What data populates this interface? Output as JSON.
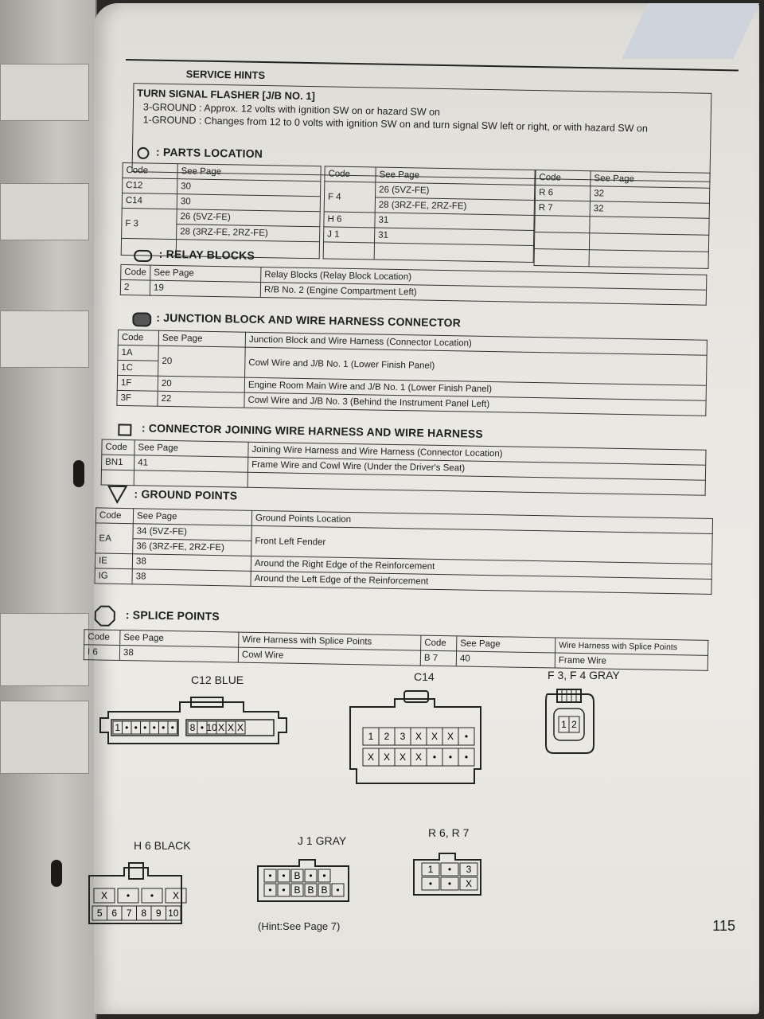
{
  "service_hints": {
    "title": "SERVICE HINTS",
    "heading": "TURN SIGNAL FLASHER [J/B NO. 1]",
    "line1": "3-GROUND : Approx. 12 volts with ignition SW on or hazard SW on",
    "line2": "1-GROUND : Changes from 12 to 0 volts with ignition SW on and turn signal SW left or right, or with hazard SW on"
  },
  "parts_location": {
    "title": ": PARTS LOCATION",
    "headers": {
      "code": "Code",
      "see_page": "See Page"
    },
    "col1": [
      {
        "code": "C12",
        "page": "30"
      },
      {
        "code": "C14",
        "page": "30"
      },
      {
        "code": "F 3",
        "page": "26 (5VZ-FE)"
      },
      {
        "code": "",
        "page": "28 (3RZ-FE, 2RZ-FE)"
      }
    ],
    "col2": [
      {
        "code": "F 4",
        "page": "26 (5VZ-FE)"
      },
      {
        "code": "",
        "page": "28 (3RZ-FE, 2RZ-FE)"
      },
      {
        "code": "H 6",
        "page": "31"
      },
      {
        "code": "J 1",
        "page": "31"
      }
    ],
    "col3": [
      {
        "code": "R 6",
        "page": "32"
      },
      {
        "code": "R 7",
        "page": "32"
      }
    ]
  },
  "relay_blocks": {
    "title": ": RELAY BLOCKS",
    "headers": {
      "code": "Code",
      "see_page": "See Page",
      "location": "Relay Blocks (Relay Block Location)"
    },
    "rows": [
      {
        "code": "2",
        "page": "19",
        "location": "R/B No. 2 (Engine Compartment Left)"
      }
    ]
  },
  "junction_block": {
    "title": ": JUNCTION BLOCK AND WIRE HARNESS CONNECTOR",
    "headers": {
      "code": "Code",
      "see_page": "See Page",
      "location": "Junction Block and Wire Harness (Connector Location)"
    },
    "rows": [
      {
        "code": "1A",
        "page": "20",
        "location": "Cowl Wire and J/B No. 1 (Lower Finish Panel)"
      },
      {
        "code": "1C",
        "page": "",
        "location": ""
      },
      {
        "code": "1F",
        "page": "20",
        "location": "Engine Room Main Wire and J/B No. 1 (Lower Finish Panel)"
      },
      {
        "code": "3F",
        "page": "22",
        "location": "Cowl Wire and J/B No. 3 (Behind the Instrument Panel Left)"
      }
    ]
  },
  "connector_joining": {
    "title": ": CONNECTOR JOINING WIRE HARNESS AND WIRE HARNESS",
    "headers": {
      "code": "Code",
      "see_page": "See Page",
      "location": "Joining Wire Harness and Wire Harness (Connector Location)"
    },
    "rows": [
      {
        "code": "BN1",
        "page": "41",
        "location": "Frame Wire and Cowl Wire (Under the Driver's Seat)"
      }
    ]
  },
  "ground_points": {
    "title": ": GROUND POINTS",
    "headers": {
      "code": "Code",
      "see_page": "See Page",
      "location": "Ground Points Location"
    },
    "rows": [
      {
        "code": "EA",
        "page": "34 (5VZ-FE)",
        "page2": "36 (3RZ-FE, 2RZ-FE)",
        "location": "Front Left Fender"
      },
      {
        "code": "IE",
        "page": "38",
        "location": "Around the Right Edge of the Reinforcement"
      },
      {
        "code": "IG",
        "page": "38",
        "location": "Around the Left Edge of the Reinforcement"
      }
    ]
  },
  "splice_points": {
    "title": ": SPLICE POINTS",
    "headers": {
      "code": "Code",
      "see_page": "See Page",
      "harness": "Wire Harness with Splice Points"
    },
    "left": {
      "code": "I 6",
      "page": "38",
      "harness": "Cowl Wire"
    },
    "right": {
      "code": "B 7",
      "page": "40",
      "harness": "Frame Wire"
    }
  },
  "connectors": {
    "c12": {
      "label": "C12 BLUE",
      "pins": [
        "1",
        "•",
        "•",
        "•",
        "•",
        "•",
        "•",
        "8",
        "•",
        "10",
        "X",
        "X",
        "X"
      ]
    },
    "c14": {
      "label": "C14",
      "top": [
        "1",
        "2",
        "3",
        "X",
        "X",
        "X",
        "•"
      ],
      "bottom": [
        "X",
        "X",
        "X",
        "X",
        "•",
        "•",
        "•"
      ]
    },
    "f3f4": {
      "label": "F 3, F 4 GRAY",
      "pins": [
        "1",
        "2"
      ]
    },
    "h6": {
      "label": "H 6 BLACK",
      "top": [
        "X",
        "•",
        "•",
        "X"
      ],
      "bottom": [
        "5",
        "6",
        "7",
        "8",
        "9",
        "10"
      ]
    },
    "j1": {
      "label": "J 1 GRAY",
      "top": [
        "•",
        "•",
        "B",
        "•",
        "•"
      ],
      "bottom": [
        "•",
        "•",
        "B",
        "B",
        "B",
        "•"
      ],
      "hint": "(Hint:See Page 7)"
    },
    "r6r7": {
      "label": "R 6, R 7",
      "top": [
        "1",
        "•",
        "3"
      ],
      "bottom": [
        "•",
        "•",
        "X"
      ]
    }
  },
  "page_number": "115"
}
